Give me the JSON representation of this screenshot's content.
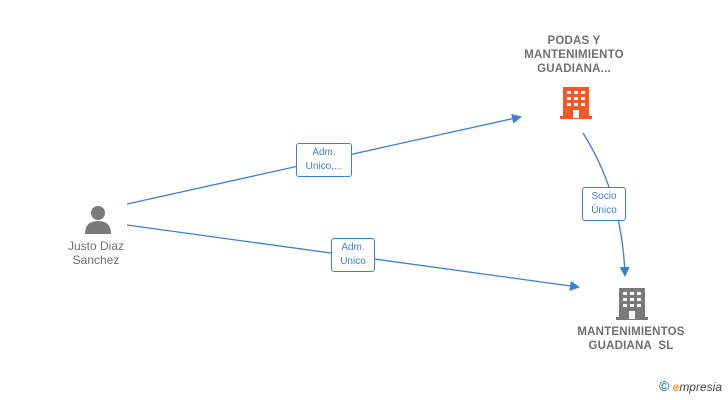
{
  "nodes": {
    "podas": {
      "lines": [
        "PODAS Y",
        "MANTENIMIENTO",
        "GUADIANA..."
      ],
      "color": "#f05a24"
    },
    "mantenimientos": {
      "lines": [
        "MANTENIMIENTOS",
        "GUADIANA  SL"
      ],
      "color": "#7a7a7a"
    },
    "person": {
      "lines": [
        "Justo Diaz",
        "Sanchez"
      ]
    }
  },
  "edges": {
    "adm_unico_1": [
      "Adm.",
      "Unico,..."
    ],
    "adm_unico_2": [
      "Adm.",
      "Unico"
    ],
    "socio_unico": [
      "Socio",
      "Único"
    ]
  },
  "brand": {
    "copyright": "©",
    "e": "e",
    "rest": "mpresia"
  },
  "colors": {
    "link": "#3a7fd5"
  }
}
